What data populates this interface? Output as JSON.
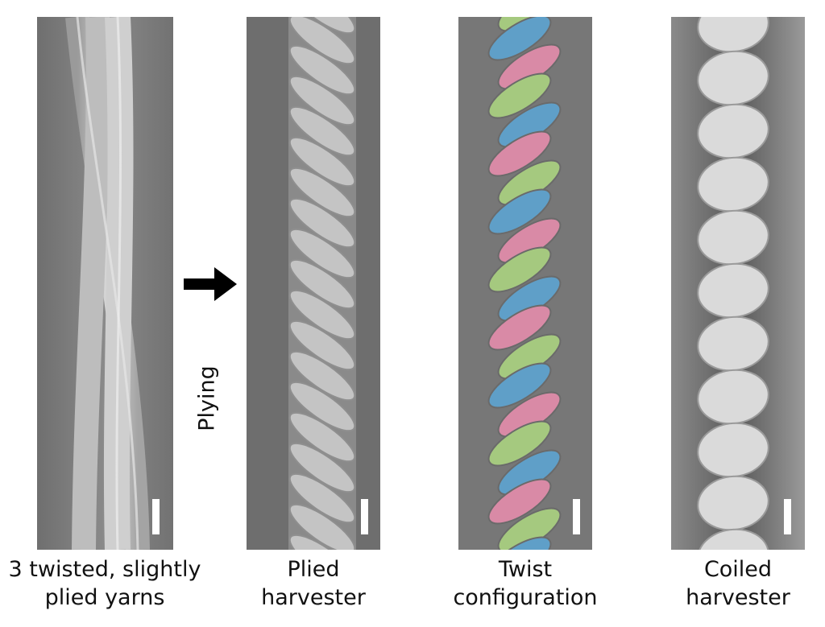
{
  "panels": [
    {
      "caption_line1": "3 twisted, slightly",
      "caption_line2": "plied yarns"
    },
    {
      "caption_line1": "Plied",
      "caption_line2": "harvester"
    },
    {
      "caption_line1": "Twist",
      "caption_line2": "configuration"
    },
    {
      "caption_line1": "Coiled",
      "caption_line2": "harvester"
    }
  ],
  "process": {
    "arrow_icon": "right-arrow-icon",
    "label": "Plying"
  },
  "colors": {
    "sem_background": "#7b7b7b",
    "fiber_gray": "#c9c9c9",
    "twist_pink": "#d98aa6",
    "twist_blue": "#5f9fc8",
    "twist_green": "#a5c97f"
  }
}
